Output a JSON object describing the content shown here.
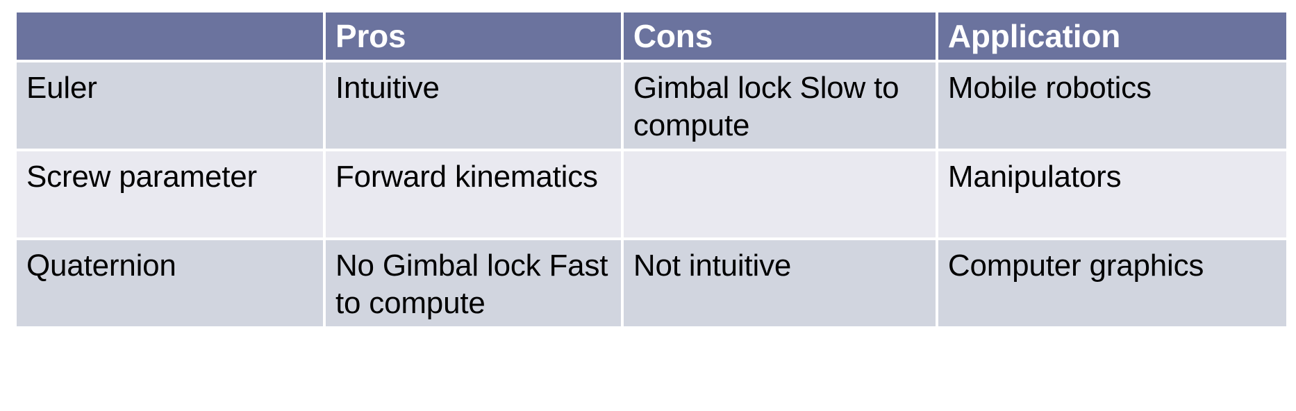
{
  "table": {
    "columns": [
      {
        "key": "method",
        "label": ""
      },
      {
        "key": "pros",
        "label": "Pros"
      },
      {
        "key": "cons",
        "label": "Cons"
      },
      {
        "key": "application",
        "label": "Application"
      }
    ],
    "rows": [
      {
        "method": "Euler",
        "pros": "Intuitive",
        "cons": "Gimbal lock  Slow to compute",
        "application": "Mobile robotics"
      },
      {
        "method": "Screw parameter",
        "pros": "Forward kinematics",
        "cons": "",
        "application": "Manipulators"
      },
      {
        "method": "Quaternion",
        "pros": "No Gimbal lock Fast to compute",
        "cons": "Not intuitive",
        "application": "Computer graphics"
      }
    ]
  },
  "colors": {
    "header_background": "#6b739e",
    "header_text": "#ffffff",
    "row_shade_a": "#d1d5df",
    "row_shade_b": "#e9e9f0",
    "body_text": "#000000",
    "page_background": "#ffffff"
  }
}
